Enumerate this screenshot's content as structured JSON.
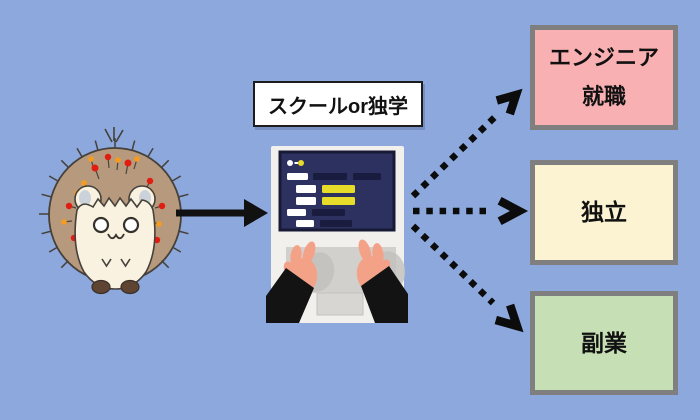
{
  "source": {
    "label": "スクールor独学"
  },
  "outcomes": [
    {
      "id": "engineer-employment",
      "lines": [
        "エンジニア",
        "就職"
      ],
      "bg": "#f9b0b2"
    },
    {
      "id": "independence",
      "lines": [
        "独立"
      ],
      "bg": "#fbf3d1"
    },
    {
      "id": "side-business",
      "lines": [
        "副業"
      ],
      "bg": "#c6dfb4"
    }
  ],
  "icons": {
    "character": "hedgehog-icon",
    "device": "laptop-typing-icon",
    "solid_arrow": "right-arrow-icon",
    "dotted_arrows": [
      "dotted-arrow-up-right-icon",
      "dotted-arrow-right-icon",
      "dotted-arrow-down-right-icon"
    ]
  },
  "colors": {
    "background": "#8ca8dd",
    "label_bg": "#ffffff",
    "box_border": "#7f7f7f",
    "engineer_box_bg": "#f9b0b2",
    "independence_box_bg": "#fbf3d1",
    "side_business_box_bg": "#c6dfb4",
    "screen_bg": "#2d3160",
    "screen_accent_yellow": "#e8dc2a",
    "hand": "#f4a287",
    "hedgehog_body": "#b79a7d",
    "hedgehog_face": "#f9f2e0",
    "arrow": "#111111"
  }
}
